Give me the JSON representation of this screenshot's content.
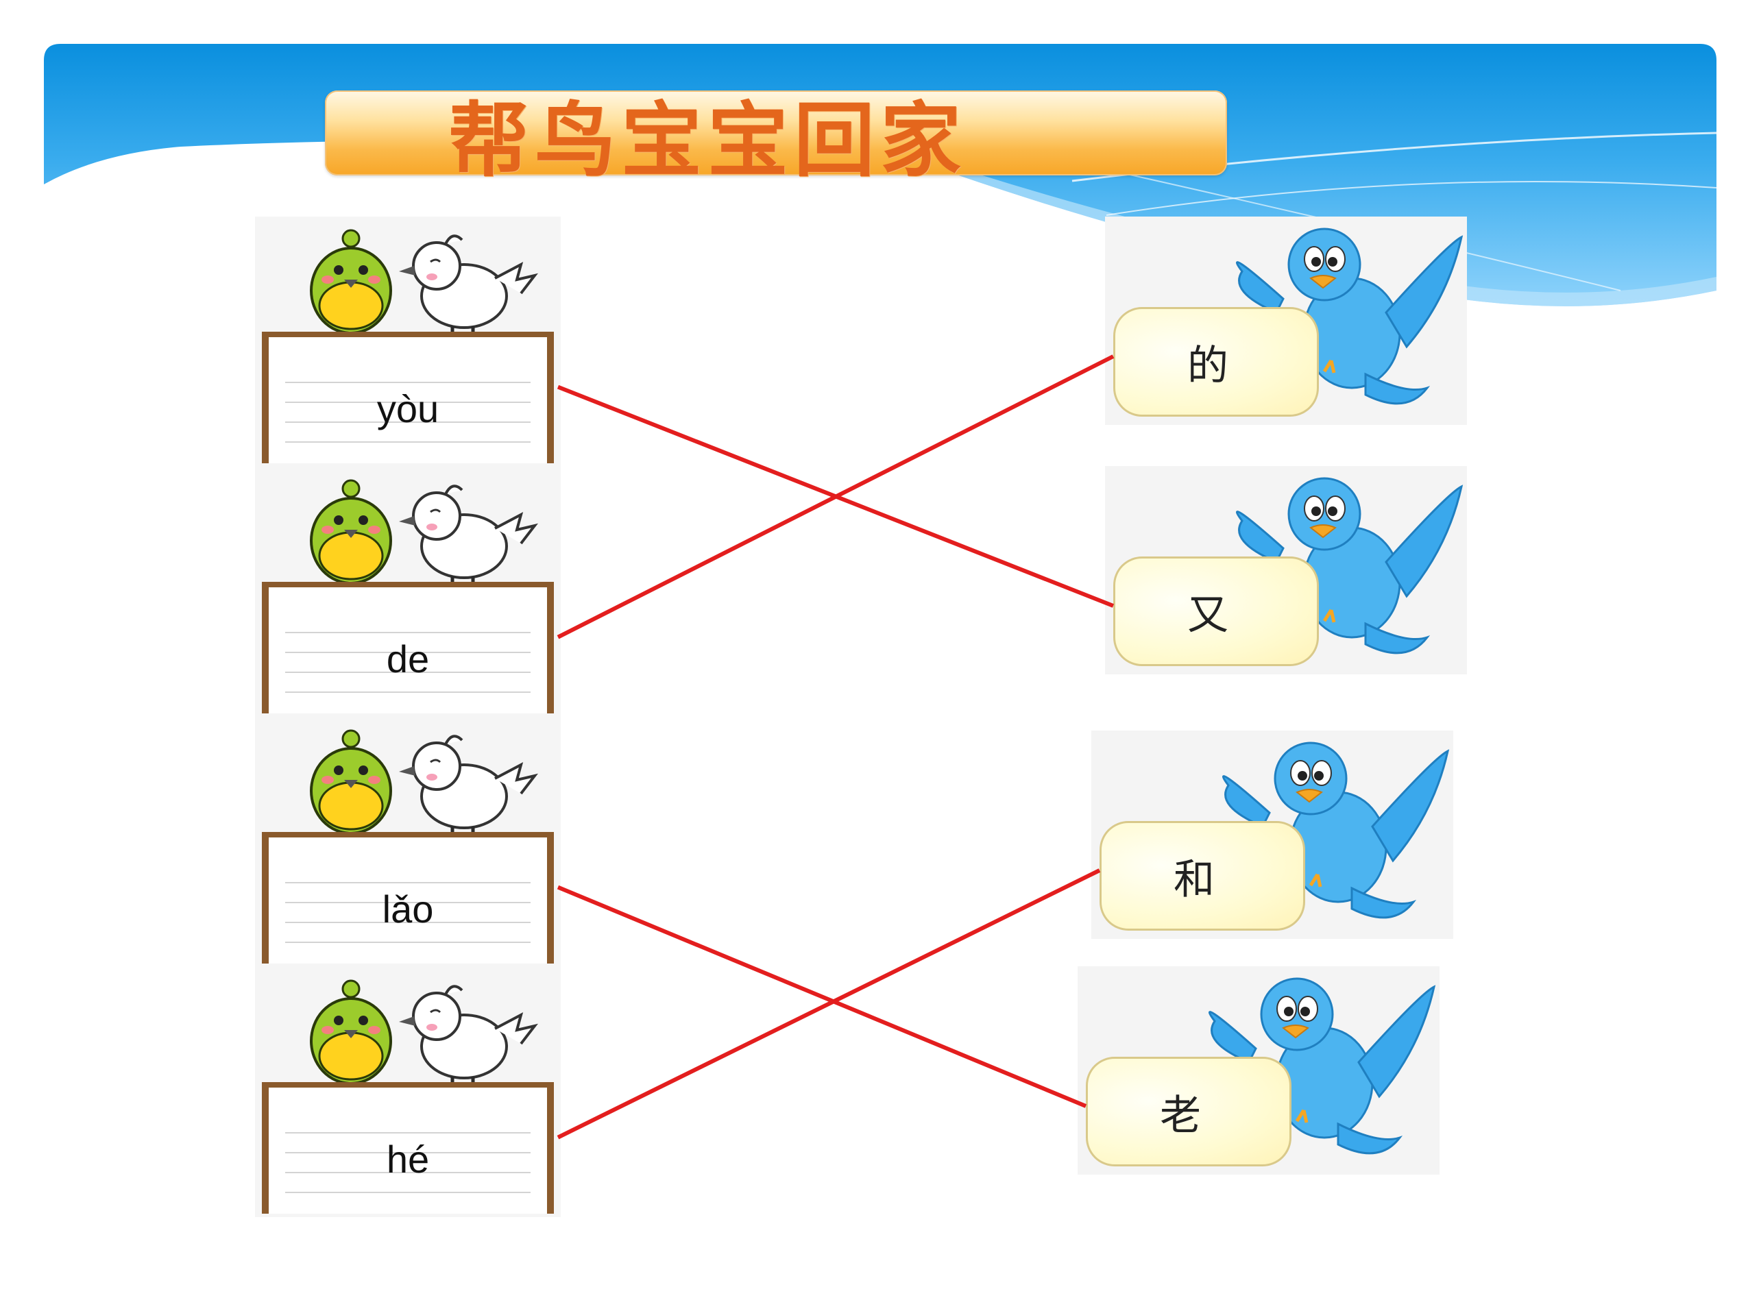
{
  "title": "帮鸟宝宝回家",
  "pinyin_cards": [
    {
      "label": "yòu"
    },
    {
      "label": "de"
    },
    {
      "label": "lǎo"
    },
    {
      "label": "hé"
    }
  ],
  "hanzi_cards": [
    {
      "label": "的"
    },
    {
      "label": "又"
    },
    {
      "label": "和"
    },
    {
      "label": "老"
    }
  ],
  "connections": [
    {
      "from": "yòu",
      "to": "又"
    },
    {
      "from": "de",
      "to": "的"
    },
    {
      "from": "lǎo",
      "to": "老"
    },
    {
      "from": "hé",
      "to": "和"
    }
  ],
  "colors": {
    "line": "#e31e1e",
    "title_text": "#e4661c",
    "header_blue": "#1a9ae0",
    "board_wood": "#8a5a2c",
    "bird_blue": "#3aa8ec"
  },
  "icons": [
    "green-chick-icon",
    "white-bird-icon",
    "blue-bird-icon"
  ]
}
